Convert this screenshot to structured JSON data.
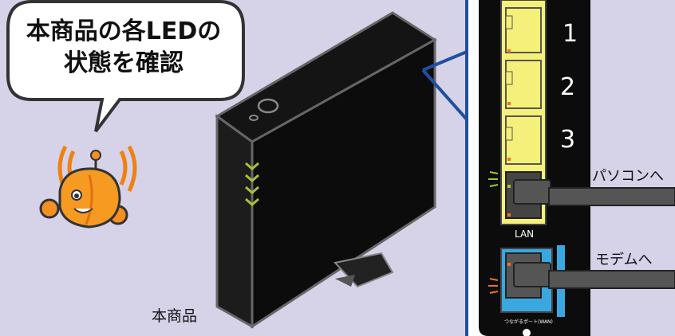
{
  "speech_bubble": {
    "line1": "本商品の各LEDの",
    "line2": "状態を確認"
  },
  "product_label": "本商品",
  "panel": {
    "port_numbers": [
      "1",
      "2",
      "3"
    ],
    "lan_label": "LAN",
    "wan_label": "つながるポート(WAN)",
    "to_pc": "パソコンへ",
    "to_modem": "モデムへ"
  },
  "colors": {
    "background": "#d6d2e8",
    "device_body": "#111111",
    "lan_port_yellow": "#f5f07a",
    "wan_port_blue": "#3aa8e0",
    "panel_border": "#1f4fa0",
    "led_green": "#9ccc2a",
    "led_orange": "#f07020"
  }
}
